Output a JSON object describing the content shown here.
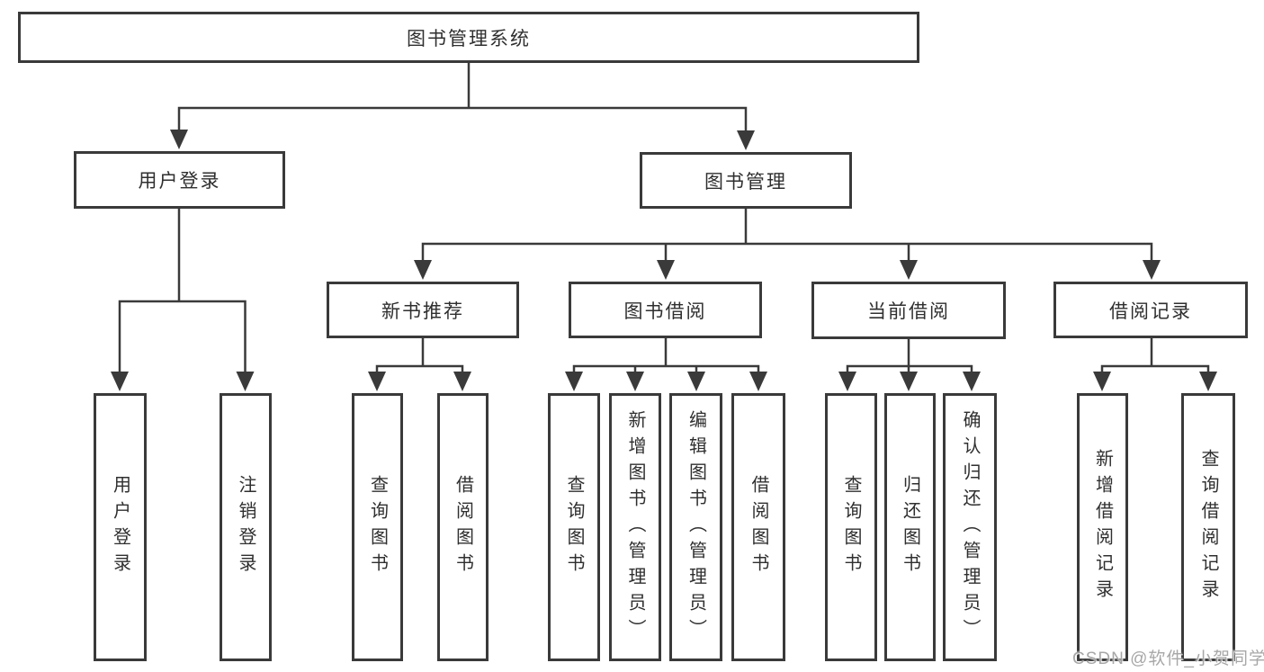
{
  "diagram": {
    "root": "图书管理系统",
    "level2": {
      "login": "用户登录",
      "management": "图书管理"
    },
    "level3": {
      "new_books": "新书推荐",
      "book_borrow": "图书借阅",
      "current_borrow": "当前借阅",
      "borrow_records": "借阅记录"
    },
    "leaves": {
      "user_login": "用户登录",
      "logout": "注销登录",
      "nb_query_books": "查询图书",
      "nb_borrow_books": "借阅图书",
      "bb_query_books": "查询图书",
      "bb_add_books": "新增图书（管理员）",
      "bb_edit_books": "编辑图书（管理员）",
      "bb_borrow_books": "借阅图书",
      "cb_query_books": "查询图书",
      "cb_return_books": "归还图书",
      "cb_confirm_return": "确认归还（管理员）",
      "br_add_record": "新增借阅记录",
      "br_query_record": "查询借阅记录"
    }
  },
  "watermark": "CSDN @软件_小贺同学",
  "colors": {
    "line": "#3a3a3a",
    "text": "#2f2f2f",
    "watermark": "#a0a0a0",
    "background": "#ffffff"
  }
}
